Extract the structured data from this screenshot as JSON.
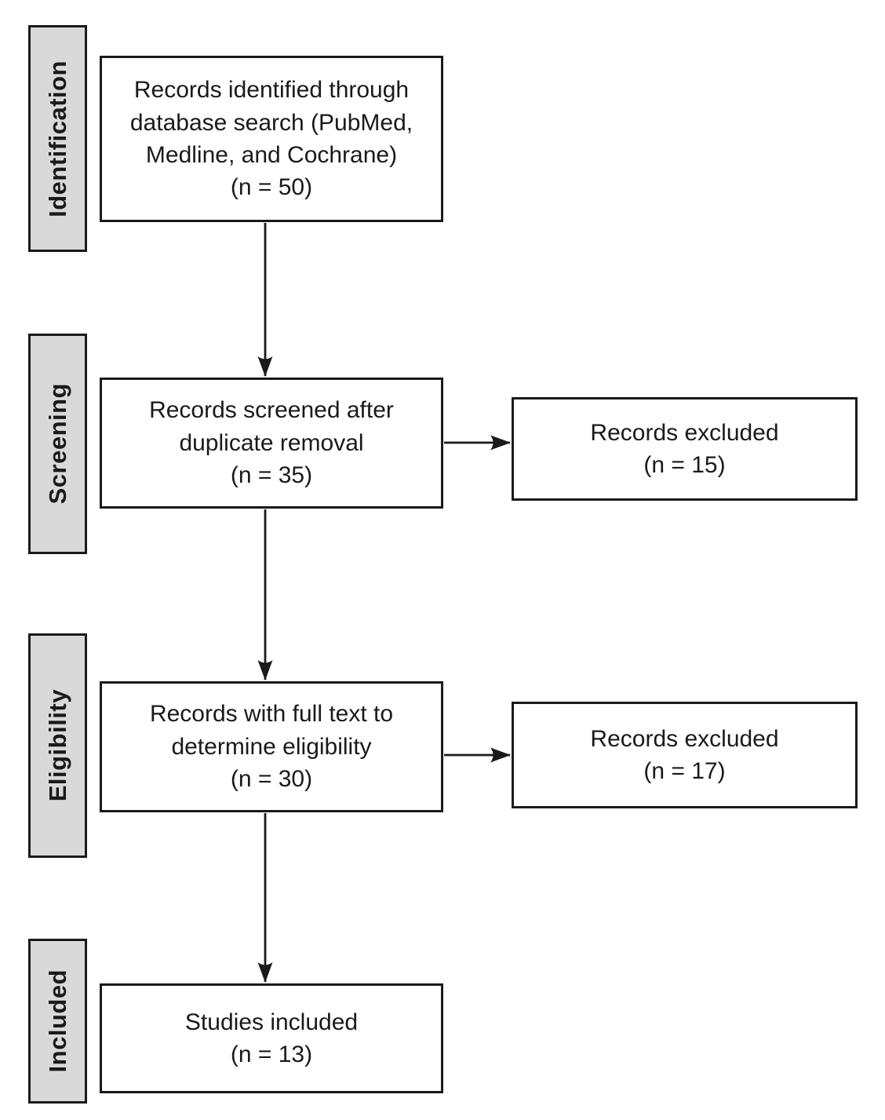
{
  "diagram": {
    "stages": [
      {
        "label": "Identification"
      },
      {
        "label": "Screening"
      },
      {
        "label": "Eligibility"
      },
      {
        "label": "Included"
      }
    ],
    "main_boxes": [
      {
        "lines": [
          "Records identified through",
          "database search (PubMed,",
          "Medline, and Cochrane)",
          "(n = 50)"
        ]
      },
      {
        "lines": [
          "Records screened after",
          "duplicate removal",
          "(n = 35)"
        ]
      },
      {
        "lines": [
          "Records with full text to",
          "determine eligibility",
          "(n = 30)"
        ]
      },
      {
        "lines": [
          "Studies included",
          "(n = 13)"
        ]
      }
    ],
    "excluded_boxes": [
      {
        "lines": [
          "Records excluded",
          "(n = 15)"
        ]
      },
      {
        "lines": [
          "Records excluded",
          "(n = 17)"
        ]
      }
    ],
    "colors": {
      "background": "#ffffff",
      "stage_fill": "#d9d9d9",
      "box_fill": "#ffffff",
      "border": "#1a1a1a",
      "text": "#1a1a1a",
      "arrow": "#1a1a1a"
    }
  }
}
